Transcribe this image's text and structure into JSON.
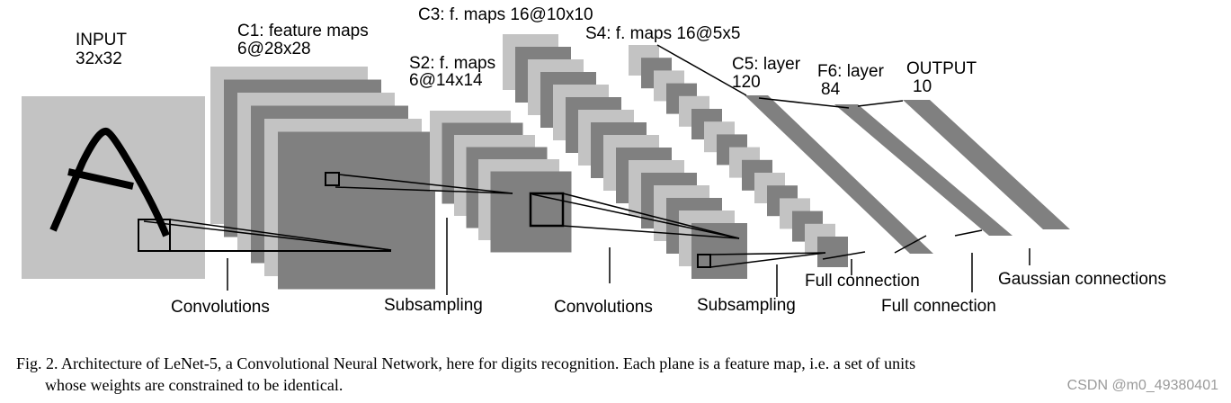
{
  "colors": {
    "light_plane": "#c3c3c3",
    "dark_plane": "#808080",
    "ink": "#000000",
    "watermark": "#9a9a9a"
  },
  "layers": [
    {
      "id": "input",
      "title": "INPUT",
      "sub": "32x32",
      "maps": 1,
      "size": 32
    },
    {
      "id": "c1",
      "title": "C1: feature maps",
      "sub": "6@28x28",
      "maps": 6,
      "size": 28
    },
    {
      "id": "s2",
      "title": "S2: f. maps",
      "sub": "6@14x14",
      "maps": 6,
      "size": 14
    },
    {
      "id": "c3",
      "title": "C3: f. maps 16@10x10",
      "sub": "",
      "maps": 16,
      "size": 10
    },
    {
      "id": "s4",
      "title": "S4: f. maps 16@5x5",
      "sub": "",
      "maps": 16,
      "size": 5
    },
    {
      "id": "c5",
      "title": "C5: layer",
      "sub": "120",
      "units": 120
    },
    {
      "id": "f6",
      "title": "F6: layer",
      "sub": "84",
      "units": 84
    },
    {
      "id": "output",
      "title": "OUTPUT",
      "sub": "10",
      "units": 10
    }
  ],
  "operations": [
    {
      "id": "op1",
      "label": "Convolutions"
    },
    {
      "id": "op2",
      "label": "Subsampling"
    },
    {
      "id": "op3",
      "label": "Convolutions"
    },
    {
      "id": "op4",
      "label": "Subsampling"
    },
    {
      "id": "op5",
      "label": "Full connection"
    },
    {
      "id": "op6",
      "label": "Full connection"
    },
    {
      "id": "op7",
      "label": "Gaussian connections"
    }
  ],
  "caption": {
    "line1": "Fig. 2.   Architecture of LeNet-5, a Convolutional Neural Network, here for digits recognition. Each plane is a feature map, i.e. a set of units",
    "line2": "whose weights are constrained to be identical."
  },
  "watermark": "CSDN @m0_49380401"
}
